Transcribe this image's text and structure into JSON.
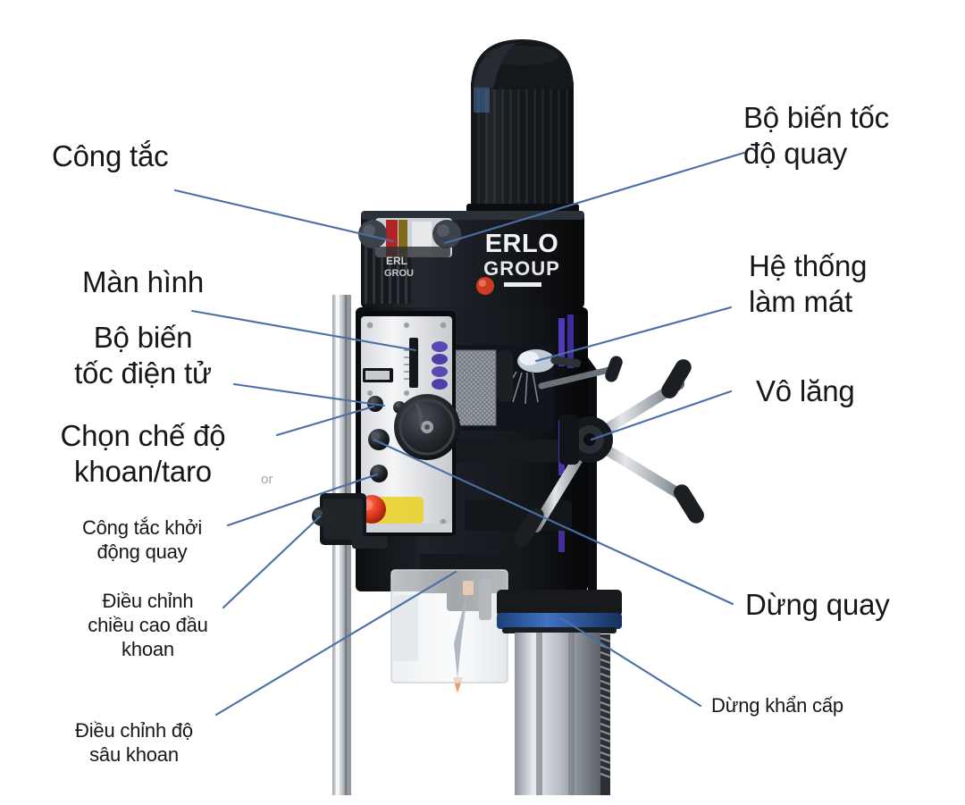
{
  "figure": {
    "subject": "ERLO GROUP drilling / tapping machine",
    "brand_line_1": "ERLO",
    "brand_line_2": "GROUP",
    "brand_small_1": "ERL",
    "brand_small_2": "GROU",
    "stray_text": "or",
    "accent_color": "#4a6fa5",
    "background_color": "#ffffff",
    "text_color": "#15171a"
  },
  "callouts": {
    "cong_tac": "Công tắc",
    "man_hinh": "Màn hình",
    "bo_bien_toc_dien_tu": "Bộ biến\ntốc điện tử",
    "chon_che_do": "Chọn chế độ\nkhoan/taro",
    "cong_tac_khoi_dong": "Công tắc khởi\nđộng quay",
    "dieu_chinh_chieu_cao": "Điều chỉnh\nchiều cao đầu\nkhoan",
    "dieu_chinh_do_sau": "Điều chỉnh độ\nsâu khoan",
    "bo_bien_toc_do_quay": "Bộ biến tốc\nđộ quay",
    "he_thong_lam_mat": "Hệ thống\nlàm mát",
    "vo_lang": "Vô lăng",
    "dung_quay": "Dừng quay",
    "dung_khan_cap": "Dừng khẩn cấp"
  }
}
